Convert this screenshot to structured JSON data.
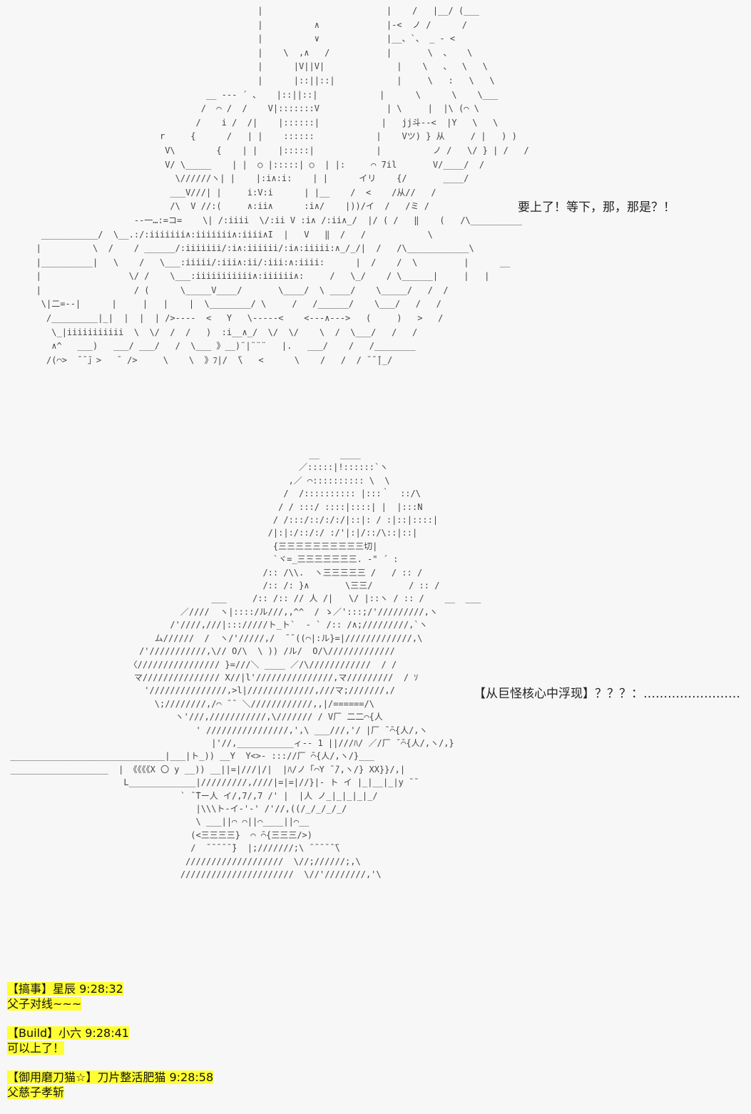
{
  "ascii_art": {
    "top_lines": [
      "                                                  |                        |    /   |__/ (___",
      "                                                  |          ∧             |-<  ノ /      /",
      "                                                  |          ∨             |__、`、 _ ‐ <",
      "                                                  |    \\  ,∧   /           |       \\  、   \\",
      "                                                  |      |V||V|              |    \\   、  \\   \\",
      "                                                  |      |::||::|            |     \\   :   \\   \\",
      "                                        __ --- ´ 、   |::||::|            |      \\      \\    \\___",
      "                                       /  ⌒ /  /    V|:::::::V             | \\     |  |\\ (⌒ \\",
      "                                      /    i /  /|    |::::::|            |   jj斗--<  |Y   \\   \\",
      "                               r     {      /   | |    ::::::            |    Vツ) } 从     / |   ) )",
      "                                V\\        {    | |    |:::::|            |          ノ /   \\/ } | /   /",
      "                                V/ \\_____    | |  ○ |:::::| ○  | |:     ⌒ 7il       V/____/  /",
      "                                  \\//////ヽ| |    |:i∧:i:    | |      イリ    {/       ____/",
      "                                 ___V///| |     i:V:i      | |__    /  <    /从//   /",
      "                                 /\\  V //:(     ∧:ii∧      :i∧/    |))/イ  /   /ミ /",
      "                          --一…:=コ=    \\| /:iiii  \\/:ii V :i∧ /:ii∧_/  |/ ( /   ‖    (   /\\__________",
      "        ___________/  \\__.:/:iiiiiii∧:iiiiiii∧:iiii∧I  |   V   ‖  /   /            \\",
      "       |          \\  /    / ______/:iiiiiii/:i∧:iiiiii/:i∧:iiiii:∧_/_/|  /   /\\____________\\",
      "       |__________|   \\    /   \\___:iiiii/:iii∧:ii/:iii:∧:iiii:      |  /    /  \\         |      __",
      "       |                 \\/ /    \\___:iiiiiiiiiii∧:iiiiii∧:     /   \\_/    / \\______|     |   |",
      "       |                  / (      \\_____V____/       \\____/  \\ ____/    \\_____/   /  /",
      "        \\|二=--|      |     |   |    |  \\________/ \\     /   /______/    \\___/   /   /",
      "         /_________|_|  |  |  | />----  <   Y   \\-----<    <‐‐‐∧‐‐‐>   (     )   >   /",
      "          \\_|iiiiiiiiiii  \\  \\/  /  /   )  :i__∧_/  \\/  \\/    \\  /  \\___/   /   /",
      "          ∧^   ___)   ___/ ___/   /  \\___ 》__)¨|¨¨¨   |.   ___/    /   /________",
      "         /(⌒>  ̄ ̄ ̄」>   ̄  />     \\    \\  》ﾌ|/  ̄\\   <      \\    /   /  / ̄ ̄ ̄|_/"
    ],
    "bottom_lines": [
      "                                                            __    ____",
      "                                                          ／:::::|!::::::`ヽ",
      "                                                        ,／ ⌒:::::::::: \\  \\",
      "                                                       /  /:::::::::: |:::｀  ::/\\",
      "                                                      / / :::/ ::::|::::| |  |:::N",
      "                                                     / /:::/::/:/:/|::|: / :|::|::::|",
      "                                                    /|:|:/::/:/ :/'|:|/::/\\::|::|",
      "                                                     {三三三三三三三三三三切|",
      "                                                     `ヾ=_三三三三三三三. -\" ´ :",
      "                                                   /:: /\\\\.  ヽ三三三三三 /   / :: /",
      "                                                   /:: /: }∧       \\三三/       / :: /",
      "                                         ___     /:: /:: // 人 /|   \\/ |::ヽ / :: /    __  ___",
      "                                   ／////  ヽ|::::/ル///,,^^  / ゝ／':::;/'/////////,ヽ",
      "                                 /'////,///|::://///ト_ト`  ‐ ` /:: /∧;/////////,`ヽ",
      "                              ム//////  /  ヽ/'/////,/  ̄ ̄ ((⌒|:ル}=|/////////////,\\",
      "                           /'///////////,\\// O/\\  \\ )) /ル/  O/\\/////////////",
      "                         〈//////////////// }=///＼ ____ ／/\\////////////  / /",
      "                          マ/////////////// X//|l'///////////////,マ/////////  / ｿ",
      "                            '///////////////,>l|/////////////,///マ;///////,/",
      "                              \\;////////,/⌒ ̄ ̄  ＼////////////,,|/======/\\",
      "                                  ヽ'///,///////////,\\/////// / V厂 二二⌒{人",
      "                                      ' ////////////////,',\\ ___///,'/ |厂 ̄ ̄⌒{人/,ヽ",
      "                                         |'//,___________ィ-- 1 ||///ﾊ/ ／/厂 ̄ ̄⌒{人/,ヽ/,}",
      "  ______________________________|___|ト_)) __Y  Y<>‐ ::://厂 ̄⌒{人/,ヽ/}___",
      "  ___________________  | 《《《《X 〇 у __)) __||=|///|/|  |ﾊ/ノ「⌒Y ̄ ̄/,ヽ/} XX}}/,|",
      "                        L_____________|/////////,////|=|=|//}|- ト イ |_|__|_|y ̄ ̄",
      "                                   ` ̄ ̄Tー人 イ/,7/,7 /' |  |人 ノ_|_|_|_|_/",
      "                                      |\\\\\\ト-イ‐'‐' /'//,((/_/_/_/_/",
      "                                      \\ ___||⌒ ⌒||⌒____||⌒__",
      "                                     (<三三三三}  ⌒ ̄⌒{三三三/>)",
      "                                     /  ̄ ̄ ̄ ̄ ̄ ̄}  |;///////;\\ ̄ ̄ ̄ ̄ ̄ ̄\\",
      "                                    ///////////////////  \\//;//////;,\\",
      "                                   //////////////////////  \\//'////////,'\\"
    ]
  },
  "speech": {
    "line1": "要上了！等下，那，那是？！",
    "line2": "【从巨怪核心中浮现】？？？：……………………"
  },
  "chat": [
    {
      "prefix": "【搞事】",
      "name": "星辰",
      "time": "9:28:32",
      "text": "父子对线~~~"
    },
    {
      "prefix": "【Build】",
      "name": "小六",
      "time": "9:28:41",
      "text": "可以上了！"
    },
    {
      "prefix": "【御用磨刀猫☆】",
      "name": "刀片整活肥猫",
      "time": "9:28:58",
      "text": "父慈子孝斩"
    }
  ],
  "colors": {
    "highlight": "#ffff33",
    "background": "#f7f7f7",
    "art": "#444444"
  }
}
